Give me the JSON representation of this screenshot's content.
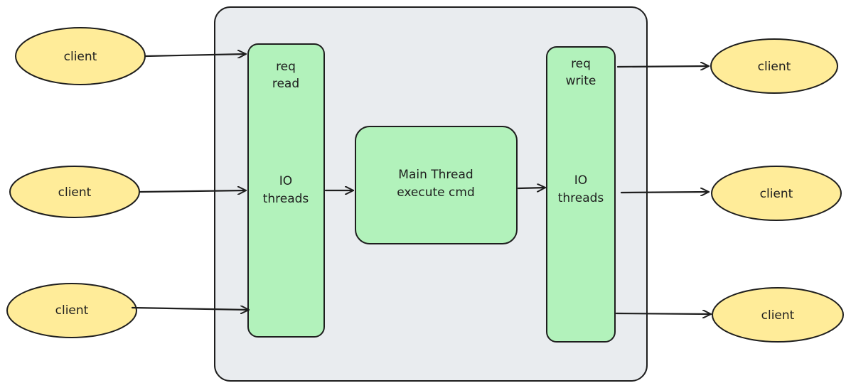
{
  "colors": {
    "client_fill": "#ffec99",
    "thread_fill": "#b2f2bb",
    "server_fill": "#e9ecef",
    "stroke": "#1e1e1e"
  },
  "clients_left": [
    {
      "label": "client"
    },
    {
      "label": "client"
    },
    {
      "label": "client"
    }
  ],
  "clients_right": [
    {
      "label": "client"
    },
    {
      "label": "client"
    },
    {
      "label": "client"
    }
  ],
  "io_read": {
    "top_label": [
      "req",
      "read"
    ],
    "mid_label": [
      "IO",
      "threads"
    ]
  },
  "main_thread": {
    "label": [
      "Main Thread",
      "execute cmd"
    ]
  },
  "io_write": {
    "top_label": [
      "req",
      "write"
    ],
    "mid_label": [
      "IO",
      "threads"
    ]
  }
}
